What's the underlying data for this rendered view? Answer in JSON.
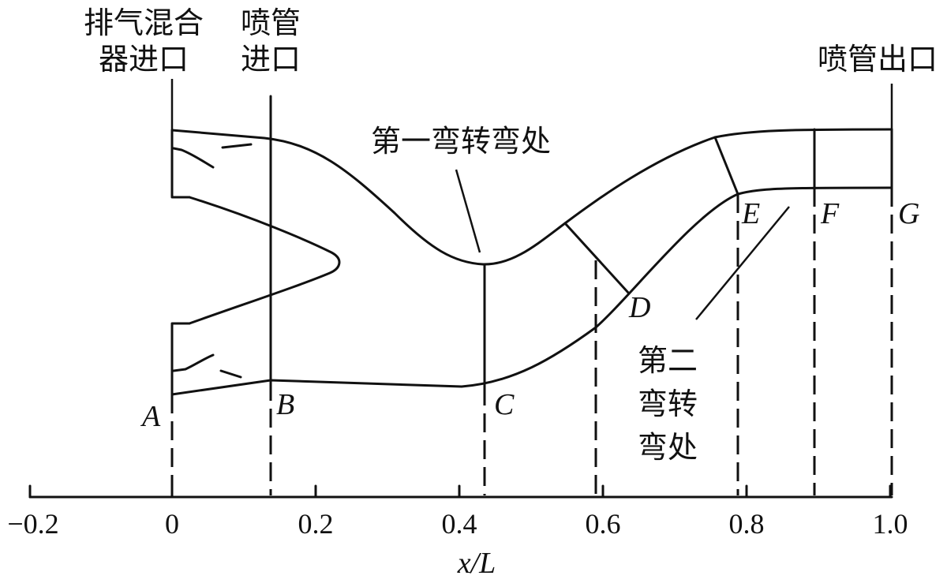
{
  "labels": {
    "mixer_inlet_line1": "排气混合",
    "mixer_inlet_line2": "器进口",
    "nozzle_inlet_line1": "喷管",
    "nozzle_inlet_line2": "进口",
    "nozzle_outlet": "喷管出口",
    "first_bend": "第一弯转弯处",
    "second_bend_line1": "第二",
    "second_bend_line2": "弯转",
    "second_bend_line3": "弯处"
  },
  "stations": {
    "A": "A",
    "B": "B",
    "C": "C",
    "D": "D",
    "E": "E",
    "F": "F",
    "G": "G"
  },
  "axis": {
    "title": "x/L",
    "ticks": [
      "−0.2",
      "0",
      "0.2",
      "0.4",
      "0.6",
      "0.8",
      "1.0"
    ]
  }
}
